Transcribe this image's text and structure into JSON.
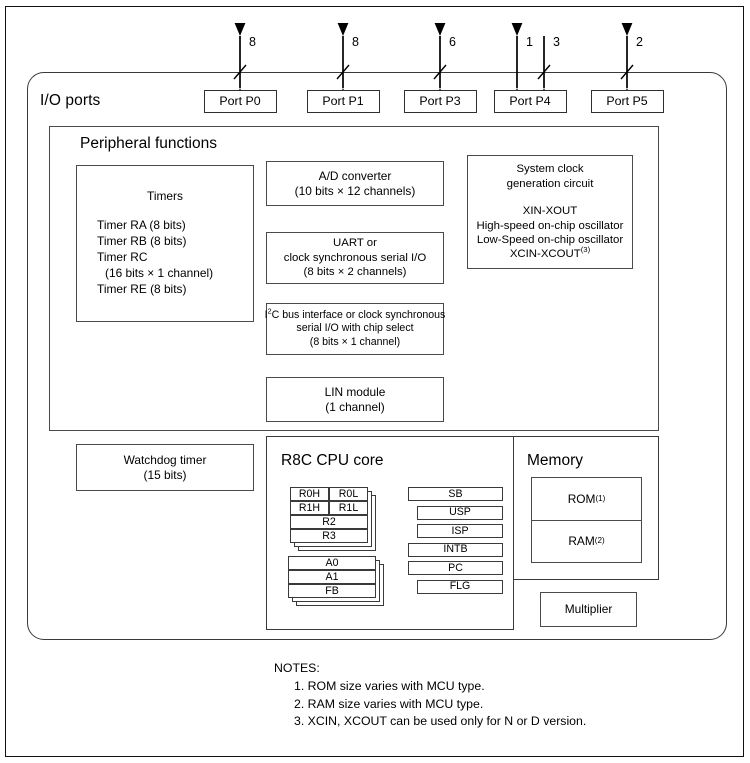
{
  "diagram": {
    "io_ports_label": "I/O ports",
    "peripheral_title": "Peripheral functions",
    "cpu_title": "R8C CPU core",
    "memory_title": "Memory"
  },
  "ports": [
    {
      "name": "Port P0",
      "bits": "8",
      "bus": true,
      "bidirectional": true
    },
    {
      "name": "Port P1",
      "bits": "8",
      "bus": true,
      "bidirectional": true
    },
    {
      "name": "Port P3",
      "bits": "6",
      "bus": true,
      "bidirectional": true
    },
    {
      "name": "Port P4",
      "bits": "1",
      "bus": false,
      "bidirectional": true,
      "extra": {
        "bits": "3",
        "bus": true,
        "bidirectional": false
      }
    },
    {
      "name": "Port P5",
      "bits": "2",
      "bus": true,
      "bidirectional": true
    }
  ],
  "timers": {
    "title": "Timers",
    "items": [
      "Timer RA (8 bits)",
      "Timer RB (8 bits)",
      "Timer RC",
      "  (16 bits × 1 channel)",
      "Timer RE (8 bits)"
    ]
  },
  "blocks": {
    "adc": {
      "line1": "A/D converter",
      "line2": "(10 bits × 12 channels)"
    },
    "uart": {
      "line1": "UART or",
      "line2": "clock synchronous serial I/O",
      "line3": "(8 bits × 2 channels)"
    },
    "i2c": {
      "line1_pre": "I",
      "line1_sup": "2",
      "line1_post": "C bus interface or clock synchronous",
      "line2": "serial I/O with chip select",
      "line3": "(8 bits × 1 channel)"
    },
    "lin": {
      "line1": "LIN module",
      "line2": "(1 channel)"
    },
    "clock": {
      "title1": "System clock",
      "title2": "generation circuit",
      "line1": "XIN-XOUT",
      "line2": "High-speed on-chip oscillator",
      "line3": "Low-Speed on-chip oscillator",
      "line4_pre": "XCIN-XCOUT",
      "line4_sup": "(3)"
    },
    "watchdog": {
      "line1": "Watchdog timer",
      "line2": "(15 bits)"
    },
    "multiplier": {
      "line1": "Multiplier"
    }
  },
  "memory": {
    "rom": {
      "label": "ROM",
      "note": "(1)"
    },
    "ram": {
      "label": "RAM",
      "note": "(2)"
    }
  },
  "registers": {
    "data_stack": [
      {
        "type": "split",
        "left": "R0H",
        "right": "R0L"
      },
      {
        "type": "split",
        "left": "R1H",
        "right": "R1L"
      },
      {
        "type": "full",
        "label": "R2"
      },
      {
        "type": "full",
        "label": "R3"
      }
    ],
    "address_stack": [
      {
        "label": "A0"
      },
      {
        "label": "A1"
      },
      {
        "label": "FB"
      }
    ],
    "control": [
      {
        "label": "SB",
        "wide": true
      },
      {
        "label": "USP",
        "wide": false
      },
      {
        "label": "ISP",
        "wide": false
      },
      {
        "label": "INTB",
        "wide": true
      },
      {
        "label": "PC",
        "wide": true
      },
      {
        "label": "FLG",
        "wide": false
      }
    ]
  },
  "notes": {
    "header": "NOTES:",
    "items": [
      "1. ROM size varies with MCU type.",
      "2. RAM size varies with MCU type.",
      "3. XCIN, XCOUT can be used only for N or D version."
    ]
  }
}
